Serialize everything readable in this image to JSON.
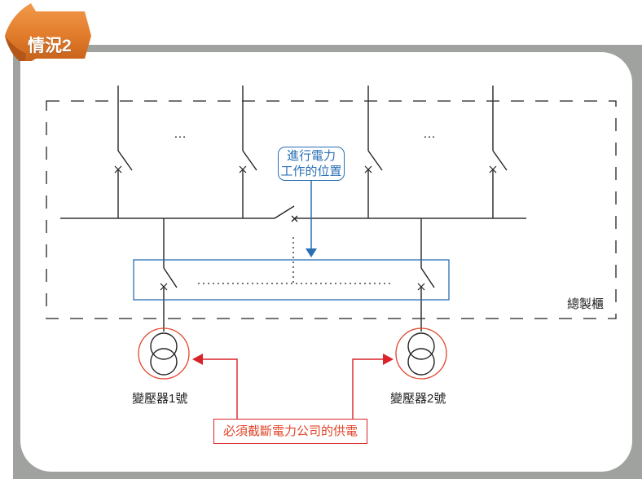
{
  "header": {
    "tag_label": "情況2",
    "tag_color": "#e07a2a"
  },
  "diagram": {
    "callout_work_position": {
      "line1": "進行電力",
      "line2": "工作的位置",
      "color": "#2a6fb5"
    },
    "switchgear_label": "總製櫃",
    "ellipsis_left": "…",
    "ellipsis_right": "…",
    "transformers": [
      {
        "label": "變壓器1號"
      },
      {
        "label": "變壓器2號"
      }
    ],
    "power_cut_note": {
      "text": "必須截斷電力公司的供電",
      "color": "#d9232a"
    },
    "frame_color": "#a0a2a0"
  }
}
